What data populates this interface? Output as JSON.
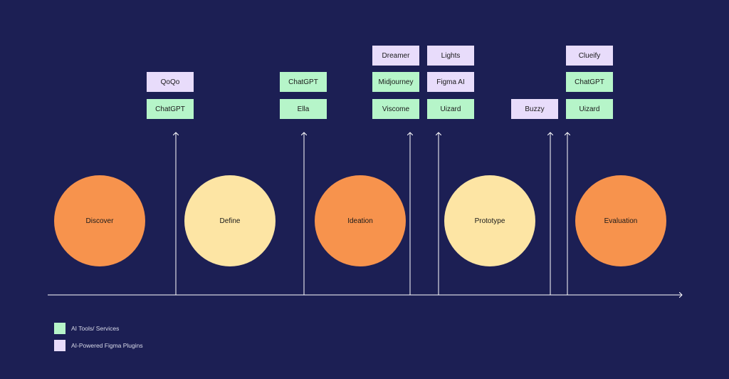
{
  "colors": {
    "background": "#1c1f54",
    "phase_orange": "#f7934d",
    "phase_cream": "#fde5a4",
    "ai_tool": "#b6f5c9",
    "figma_plugin": "#e8dcfb",
    "axis": "#ffffff"
  },
  "phases": [
    {
      "label": "Discover"
    },
    {
      "label": "Define"
    },
    {
      "label": "Ideation"
    },
    {
      "label": "Prototype"
    },
    {
      "label": "Evaluation"
    }
  ],
  "tags": {
    "define_qoqo": "QoQo",
    "define_chatgpt": "ChatGPT",
    "ideation_a_chatgpt": "ChatGPT",
    "ideation_a_ella": "Ella",
    "ideation_b_dreamer": "Dreamer",
    "ideation_b_midjourney": "Midjourney",
    "ideation_b_viscome": "Viscome",
    "prototype_a_lights": "Lights",
    "prototype_a_figma_ai": "Figma AI",
    "prototype_a_uizard": "Uizard",
    "prototype_b_buzzy": "Buzzy",
    "evaluation_clueify": "Clueify",
    "evaluation_chatgpt": "ChatGPT",
    "evaluation_uizard": "Uizard"
  },
  "legend": {
    "tools": "AI Tools/ Services",
    "plugins": "AI-Powered Figma Plugins"
  }
}
